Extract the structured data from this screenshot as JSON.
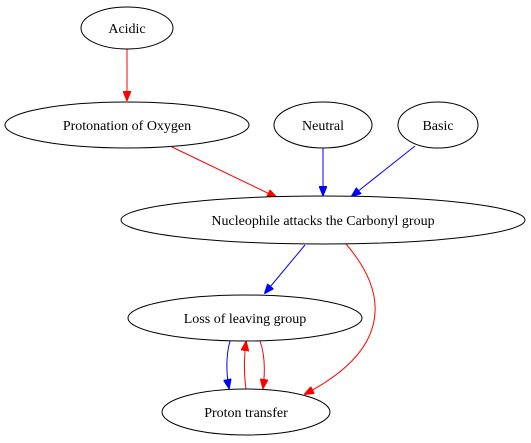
{
  "colors": {
    "red": "#ff0000",
    "blue": "#0000ff",
    "node_border": "#000000",
    "background": "#ffffff"
  },
  "nodes": {
    "acidic": {
      "label": "Acidic"
    },
    "protonation": {
      "label": "Protonation of Oxygen"
    },
    "neutral": {
      "label": "Neutral"
    },
    "basic": {
      "label": "Basic"
    },
    "nucleophile": {
      "label": "Nucleophile attacks the Carbonyl group"
    },
    "leaving": {
      "label": "Loss of leaving group"
    },
    "proton": {
      "label": "Proton transfer"
    }
  },
  "edges": [
    {
      "from": "Acidic",
      "to": "Protonation of Oxygen",
      "color": "red"
    },
    {
      "from": "Protonation of Oxygen",
      "to": "Nucleophile attacks the Carbonyl group",
      "color": "red"
    },
    {
      "from": "Neutral",
      "to": "Nucleophile attacks the Carbonyl group",
      "color": "blue"
    },
    {
      "from": "Basic",
      "to": "Nucleophile attacks the Carbonyl group",
      "color": "blue"
    },
    {
      "from": "Nucleophile attacks the Carbonyl group",
      "to": "Loss of leaving group",
      "color": "blue"
    },
    {
      "from": "Nucleophile attacks the Carbonyl group",
      "to": "Proton transfer",
      "color": "red"
    },
    {
      "from": "Loss of leaving group",
      "to": "Proton transfer",
      "color": "blue"
    },
    {
      "from": "Loss of leaving group",
      "to": "Proton transfer",
      "color": "red"
    },
    {
      "from": "Proton transfer",
      "to": "Loss of leaving group",
      "color": "red"
    }
  ]
}
